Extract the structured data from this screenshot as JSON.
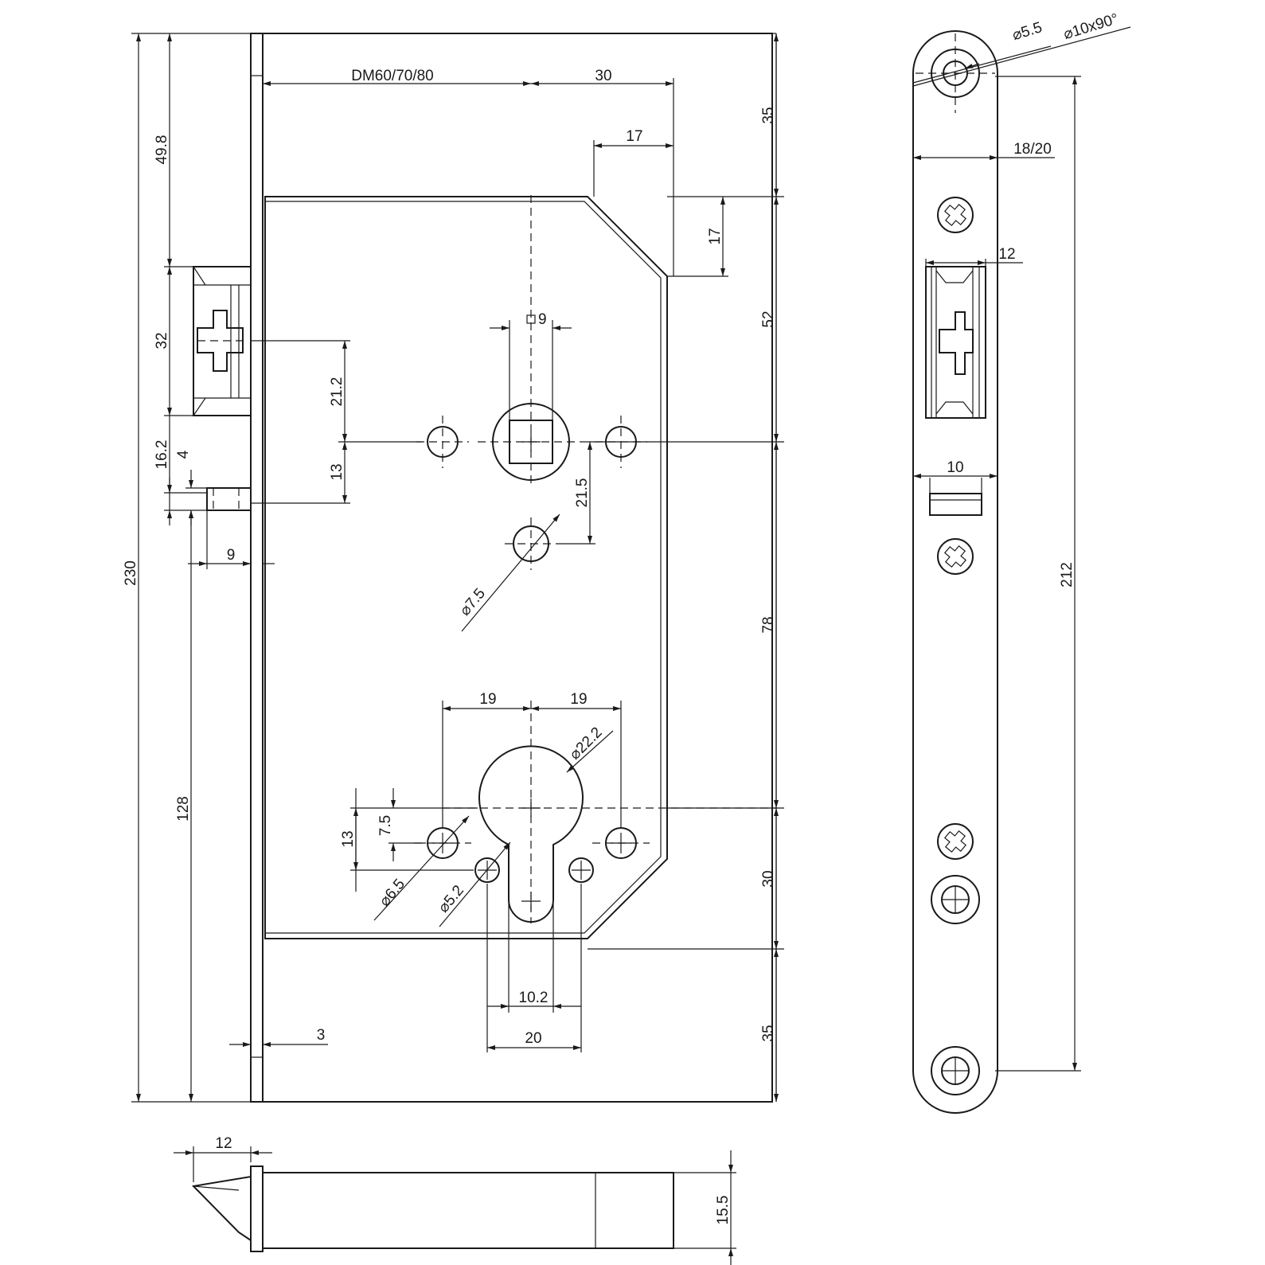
{
  "dimensions": {
    "dm": "DM60/70/80",
    "top_30": "30",
    "top_17": "17",
    "right_35_top": "35",
    "right_17": "17",
    "right_52": "52",
    "right_78": "78",
    "right_30": "30",
    "right_35_bottom": "35",
    "left_49_8": "49.8",
    "left_32": "32",
    "left_16_2": "16.2",
    "left_4": "4",
    "left_230": "230",
    "left_128": "128",
    "left_9": "9",
    "left_3": "3",
    "spindle_9": "9",
    "spindle_21_2": "21.2",
    "spindle_13": "13",
    "spindle_21_5": "21.5",
    "dia_7_5": "7.5",
    "cyl_19_left": "19",
    "cyl_19_right": "19",
    "dia_22_2": "22.2",
    "cyl_13": "13",
    "cyl_7_5": "7.5",
    "dia_6_5": "6.5",
    "dia_5_2": "5.2",
    "cyl_10_2": "10.2",
    "cyl_20": "20",
    "bottom_12": "12",
    "bottom_15_5": "15.5",
    "face_dia_5_5": "5.5",
    "face_dia_10x90": "10x90°",
    "face_18_20": "18/20",
    "face_12": "12",
    "face_10": "10",
    "face_212": "212"
  },
  "symbols": {
    "diameter": "⌀",
    "square": "□"
  },
  "icons": [
    "diameter-icon",
    "square-icon",
    "crosshair-icon",
    "screw-head-icon"
  ]
}
